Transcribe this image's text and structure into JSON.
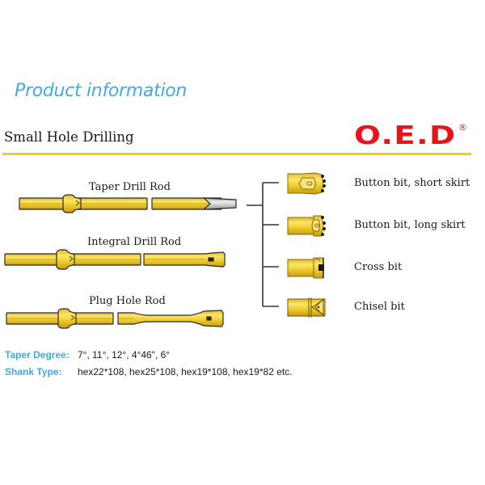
{
  "header": {
    "section_title": "Product information",
    "subtitle": "Small Hole Drilling",
    "logo_text": "O.E.D",
    "logo_registered": "®"
  },
  "colors": {
    "accent_blue": "#4aa8de",
    "brand_red": "#e8141b",
    "rule_yellow": "#f3cd1c",
    "steel_yellow": "#f2d64b"
  },
  "rods": [
    {
      "label": "Taper Drill Rod",
      "icon": "taper-drill-rod-icon"
    },
    {
      "label": "Integral Drill Rod",
      "icon": "integral-drill-rod-icon"
    },
    {
      "label": "Plug Hole Rod",
      "icon": "plug-hole-rod-icon"
    }
  ],
  "bits": [
    {
      "label": "Button bit, short skirt",
      "icon": "button-bit-short-skirt-icon"
    },
    {
      "label": "Button bit, long skirt",
      "icon": "button-bit-long-skirt-icon"
    },
    {
      "label": "Cross bit",
      "icon": "cross-bit-icon"
    },
    {
      "label": "Chisel bit",
      "icon": "chisel-bit-icon"
    }
  ],
  "specs": [
    {
      "key": "Taper Degree:",
      "value": "7°, 11°, 12°,  4°46\", 6°"
    },
    {
      "key": "Shank Type:",
      "value": "hex22*108, hex25*108, hex19*108, hex19*82 etc."
    }
  ]
}
